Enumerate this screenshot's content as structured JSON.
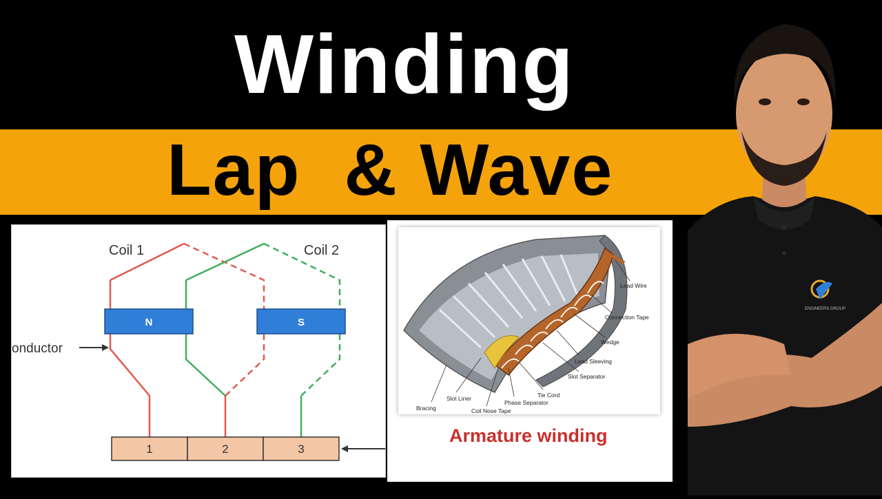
{
  "title": "Winding",
  "subtitle": "Lap  & Wave",
  "diagram": {
    "coil1_label": "Coil 1",
    "coil2_label": "Coil 2",
    "pole_n": "N",
    "pole_s": "S",
    "conductor_label": "onductor",
    "segments": [
      "1",
      "2",
      "3"
    ],
    "colors": {
      "coil1": "#e05a4e",
      "coil2": "#3fae5a",
      "pole": "#2f7fd9",
      "segment": "#f3c6a6"
    }
  },
  "armature": {
    "labels": [
      "Lead Wire",
      "Connection Tape",
      "Wedge",
      "Lead Sleeving",
      "Slot Separator",
      "Tie Cord",
      "Phase Separator",
      "Coil Nose Tape",
      "Slot Liner",
      "Bracing"
    ],
    "caption": "Armature winding"
  },
  "presenter": {
    "logo_text": "ENGINEERS GROUP"
  },
  "colors": {
    "accent_band": "#f5a30a",
    "title_band": "#000000",
    "caption": "#c9302c"
  }
}
